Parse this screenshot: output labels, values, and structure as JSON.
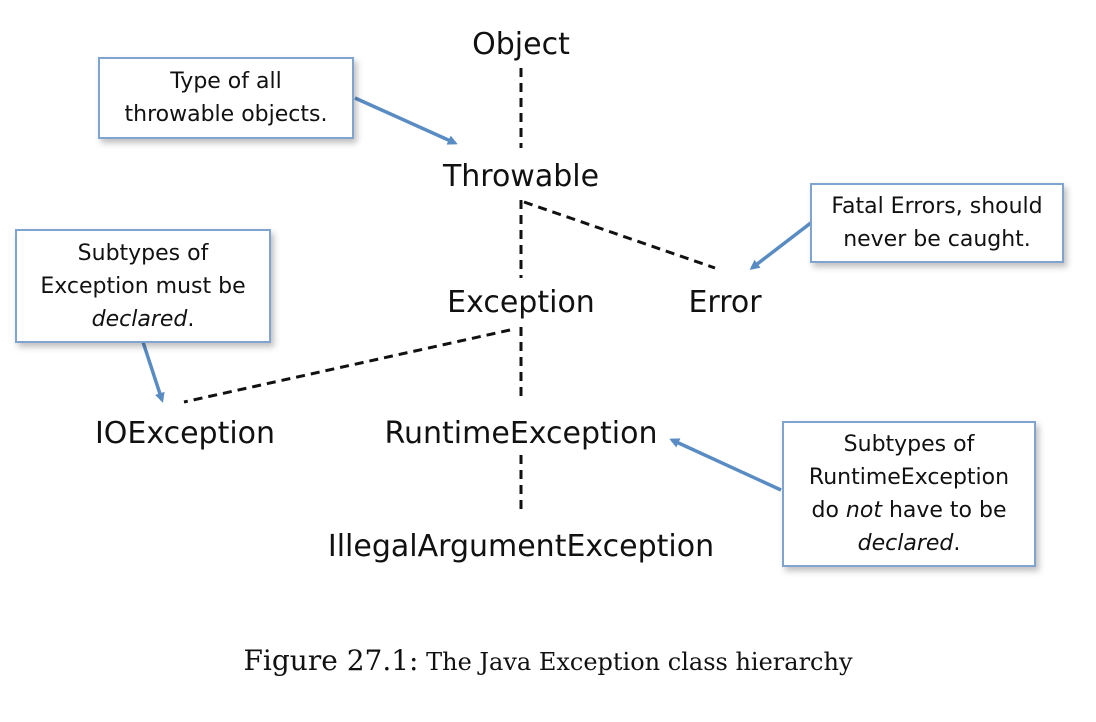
{
  "nodes": {
    "object": "Object",
    "throwable": "Throwable",
    "exception": "Exception",
    "error": "Error",
    "ioexception": "IOException",
    "runtime_exception": "RuntimeException",
    "illegal_argument_exception": "IllegalArgumentException"
  },
  "callouts": {
    "throwable_note": {
      "line1": "Type of all",
      "line2": "throwable objects."
    },
    "error_note": {
      "line1": "Fatal Errors, should",
      "line2": "never be caught."
    },
    "exception_note": {
      "line1": "Subtypes of",
      "line2": "Exception must be",
      "line3_em": "declared",
      "line3_end": "."
    },
    "runtime_note": {
      "line1": "Subtypes of",
      "line2": "RuntimeException",
      "line3_start": "do ",
      "line3_em": "not",
      "line3_end": " have to be",
      "line4_em": "declared",
      "line4_end": "."
    }
  },
  "caption": {
    "label": "Figure 27.1:",
    "text": "The Java Exception class hierarchy"
  }
}
